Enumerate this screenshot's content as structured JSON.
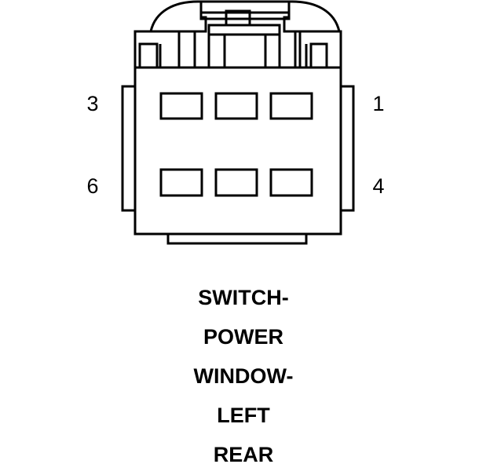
{
  "connector": {
    "pin_labels": {
      "top_left": "3",
      "top_right": "1",
      "bottom_left": "6",
      "bottom_right": "4"
    },
    "cavity_rows": 2,
    "cavity_columns": 3,
    "line_color": "#000000",
    "background_color": "#ffffff"
  },
  "caption": {
    "lines": [
      "SWITCH-",
      "POWER",
      "WINDOW-",
      "LEFT",
      "REAR"
    ]
  }
}
